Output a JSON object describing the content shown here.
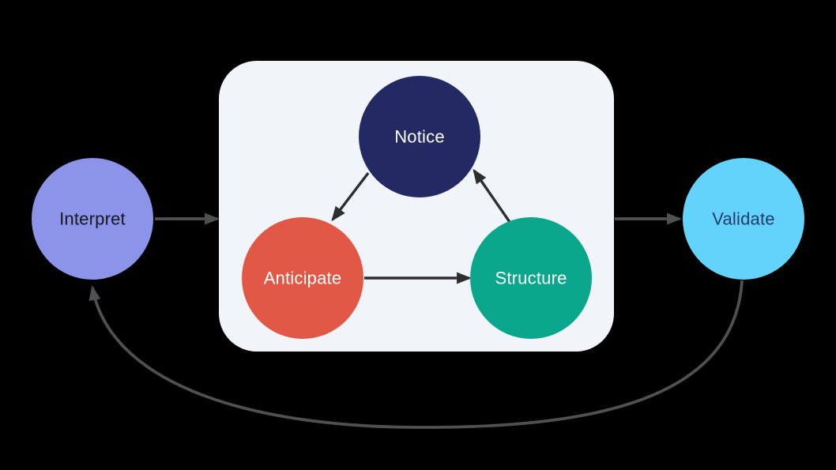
{
  "diagram": {
    "background_color": "#000000",
    "panel": {
      "fill": "#f1f5fa"
    },
    "nodes": {
      "interpret": {
        "label": "Interpret",
        "fill": "#8c94e9",
        "text_color": "#17171f"
      },
      "notice": {
        "label": "Notice",
        "fill": "#232a63",
        "text_color": "#ffffff"
      },
      "anticipate": {
        "label": "Anticipate",
        "fill": "#e25847",
        "text_color": "#ffffff"
      },
      "structure": {
        "label": "Structure",
        "fill": "#0ba78d",
        "text_color": "#ffffff"
      },
      "validate": {
        "label": "Validate",
        "fill": "#63d3fb",
        "text_color": "#223a6e"
      }
    },
    "edges": [
      {
        "from": "interpret",
        "to": "panel",
        "style": "outer"
      },
      {
        "from": "notice",
        "to": "anticipate",
        "style": "inner"
      },
      {
        "from": "anticipate",
        "to": "structure",
        "style": "inner"
      },
      {
        "from": "structure",
        "to": "notice",
        "style": "inner"
      },
      {
        "from": "panel",
        "to": "validate",
        "style": "outer"
      },
      {
        "from": "validate",
        "to": "interpret",
        "style": "outer"
      }
    ],
    "arrow_colors": {
      "inner": "#2e2e2e",
      "outer": "#4f5052"
    }
  }
}
